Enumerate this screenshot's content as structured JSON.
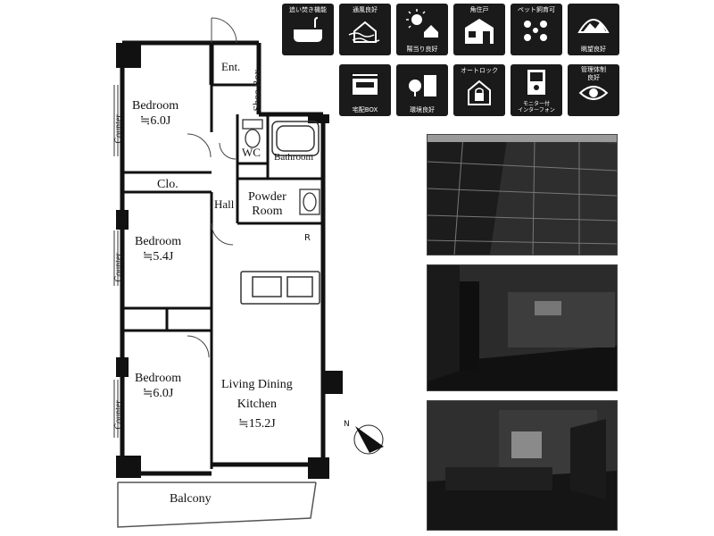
{
  "floor_plan": {
    "rooms": {
      "entrance": "Ent.",
      "shoe_box": "Shoe Box",
      "bedroom_top": {
        "name": "Bedroom",
        "size": "≒6.0J"
      },
      "wc": "WC",
      "bathroom": "Bathroom",
      "closet": "Clo.",
      "hall": "Hall",
      "powder_room": "Powder\nRoom",
      "bedroom_middle": {
        "name": "Bedroom",
        "size": "≒5.4J"
      },
      "ldk": {
        "name": "Living Dining\nKitchen",
        "size": "≒15.2J"
      },
      "bedroom_bottom": {
        "name": "Bedroom",
        "size": "≒6.0J"
      },
      "balcony": "Balcony",
      "refrigerator_mark": "R",
      "counter_labels": [
        "Counter",
        "Counter",
        "Counter"
      ]
    },
    "compass": "N"
  },
  "feature_icons": [
    {
      "top": "追い焚き機能",
      "bottom": "",
      "icon": "bathtub-icon"
    },
    {
      "top": "通風良好",
      "bottom": "",
      "icon": "ventilation-house-icon"
    },
    {
      "top": "",
      "bottom": "陽当り良好",
      "icon": "sun-house-icon"
    },
    {
      "top": "角住戸",
      "bottom": "",
      "icon": "corner-unit-icon"
    },
    {
      "top": "ペット飼育可",
      "bottom": "",
      "icon": "paw-icon"
    },
    {
      "top": "",
      "bottom": "眺望良好",
      "icon": "scenery-icon"
    },
    {
      "top": "",
      "bottom": "宅配BOX",
      "icon": "delivery-box-icon"
    },
    {
      "top": "",
      "bottom": "環境良好",
      "icon": "environment-icon"
    },
    {
      "top": "オートロック",
      "bottom": "",
      "icon": "lock-icon"
    },
    {
      "top": "",
      "bottom": "モニター付\nインターフォン",
      "icon": "intercom-icon"
    },
    {
      "top": "管理体制",
      "bottom": "良好",
      "icon": "eye-icon"
    }
  ],
  "photos": [
    {
      "icon": "building-exterior-photo"
    },
    {
      "icon": "living-room-photo"
    },
    {
      "icon": "room-interior-photo"
    }
  ],
  "colors": {
    "wall": "#111111",
    "tile": "#1a1a1a",
    "photo": "#2a2a2a"
  }
}
